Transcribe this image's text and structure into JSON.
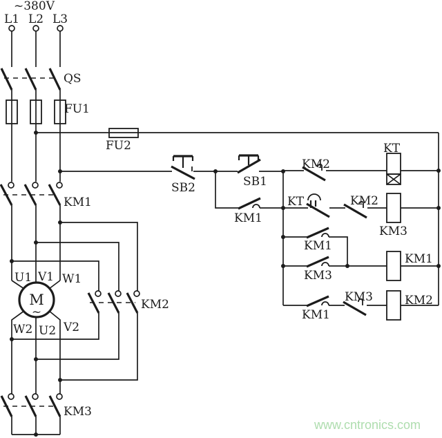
{
  "colors": {
    "line": "#1c1c1c",
    "background": "#ffffff",
    "watermark": "#aeddae"
  },
  "supply": {
    "voltage": "~380V",
    "phases": [
      "L1",
      "L2",
      "L3"
    ]
  },
  "main_circuit": {
    "disconnect_switch": "QS",
    "fuse_main": "FU1",
    "fuse_control": "FU2",
    "contactor_low_speed": "KM1",
    "contactor_high_speed": "KM2",
    "contactor_star": "KM3",
    "motor": {
      "letter": "M",
      "ac_symbol": "~",
      "terminals_top": [
        "U1",
        "V1",
        "W1"
      ],
      "terminals_bottom": [
        "W2",
        "U2",
        "V2"
      ]
    }
  },
  "control_circuit": {
    "stop_button": "SB2",
    "start_button": "SB1",
    "selfhold_contact": "KM1",
    "rung_kt": {
      "nc_contact": "KM2",
      "coil": "KT"
    },
    "rung_km3": {
      "delay_contact": "KT",
      "nc_contact": "KM2",
      "coil": "KM3"
    },
    "rung_km1": {
      "no_contact_a": "KM1",
      "no_contact_b": "KM3",
      "coil": "KM1"
    },
    "rung_km2": {
      "no_contact": "KM1",
      "nc_contact": "KM3",
      "coil": "KM2"
    }
  },
  "watermark": {
    "text": "www.cntronics.com"
  }
}
